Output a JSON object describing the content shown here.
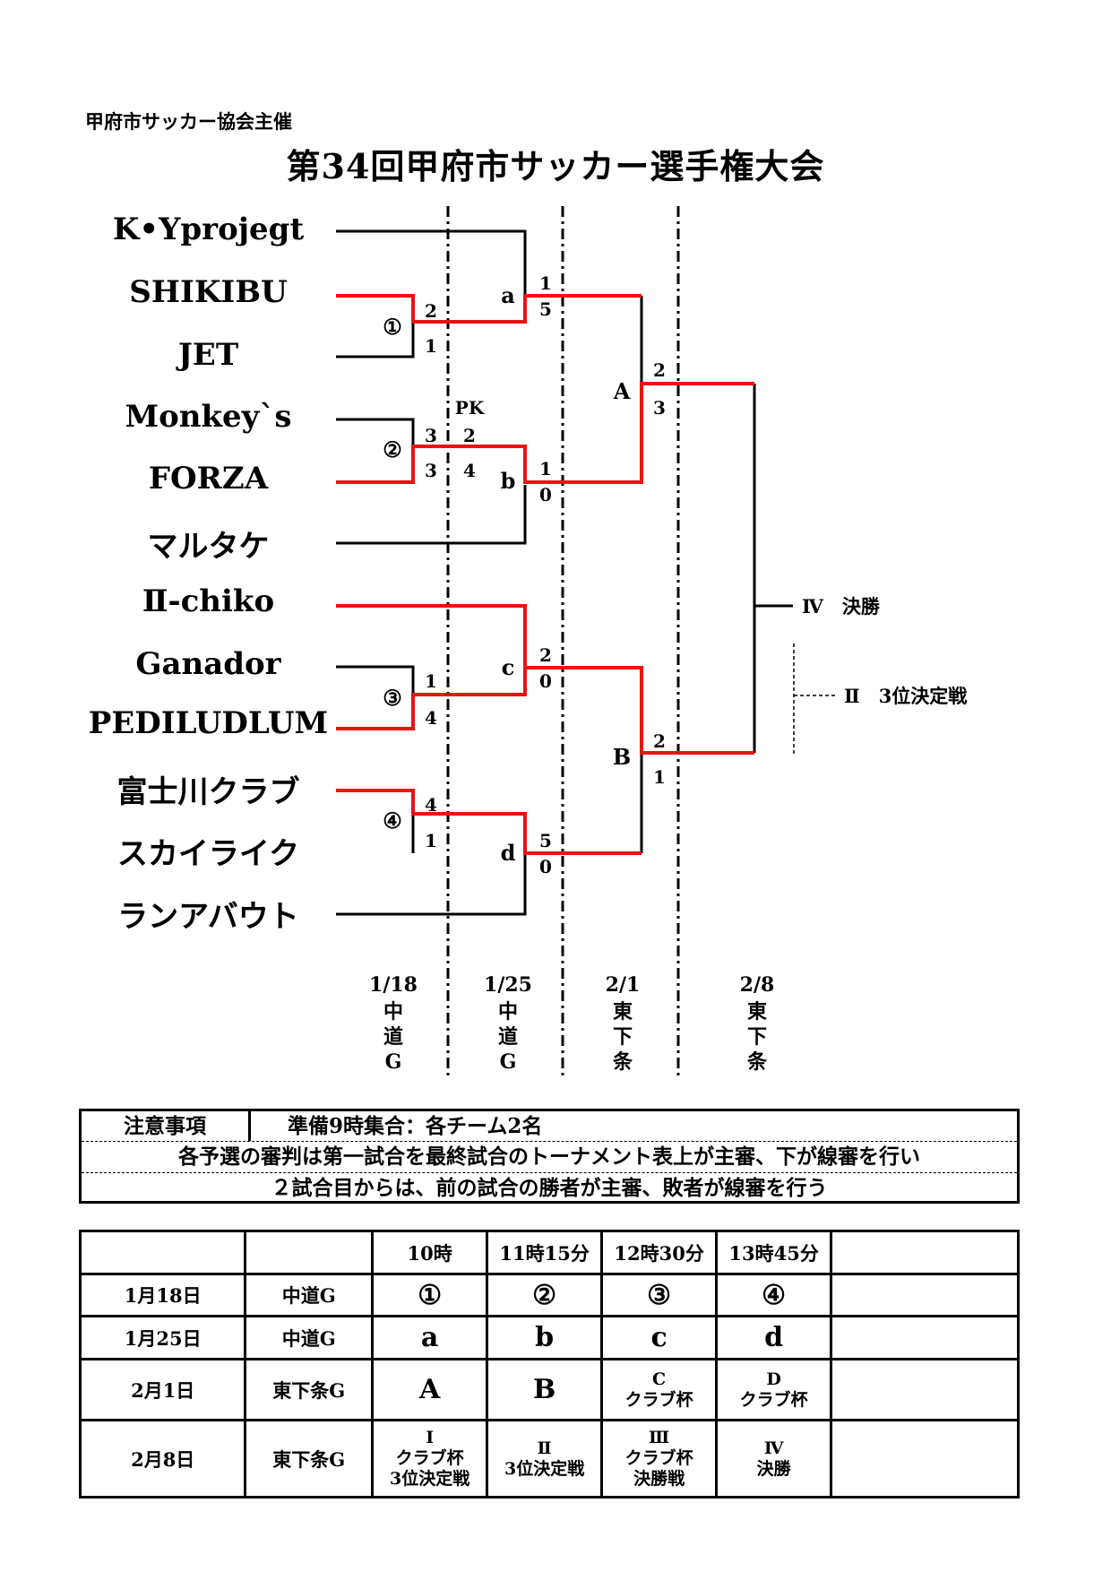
{
  "header": {
    "organizer": "甲府市サッカー協会主催",
    "title": "第34回甲府市サッカー選手権大会"
  },
  "teams": [
    "K•Yprojegt",
    "SHIKIBU",
    "JET",
    "Monkey`s",
    "FORZA",
    "マルタケ",
    "Ⅱ-chiko",
    "Ganador",
    "PEDILUDLUM",
    "富士川クラブ",
    "スカイライク",
    "ランアバウト"
  ],
  "colors": {
    "winner_line": "#ee1111",
    "line": "#000000"
  },
  "bracket": {
    "round1": [
      {
        "id": "①",
        "scores": [
          "2",
          "1"
        ]
      },
      {
        "id": "②",
        "scores": [
          "3",
          "3"
        ],
        "pk_label": "PK",
        "pk_scores": [
          "2",
          "4"
        ]
      },
      {
        "id": "③",
        "scores": [
          "1",
          "4"
        ]
      },
      {
        "id": "④",
        "scores": [
          "4",
          "1"
        ]
      }
    ],
    "round2": [
      {
        "id": "a",
        "scores": [
          "1",
          "5"
        ]
      },
      {
        "id": "b",
        "scores": [
          "1",
          "0"
        ]
      },
      {
        "id": "c",
        "scores": [
          "2",
          "0"
        ]
      },
      {
        "id": "d",
        "scores": [
          "5",
          "0"
        ]
      }
    ],
    "round3": [
      {
        "id": "A",
        "scores": [
          "2",
          "3"
        ]
      },
      {
        "id": "B",
        "scores": [
          "2",
          "1"
        ]
      }
    ],
    "final_label": "Ⅳ　決勝",
    "third_place_label": "Ⅱ　3位決定戦"
  },
  "round_dates": [
    {
      "date": "1/18",
      "venue": [
        "中",
        "道",
        "G"
      ]
    },
    {
      "date": "1/25",
      "venue": [
        "中",
        "道",
        "G"
      ]
    },
    {
      "date": "2/1",
      "venue": [
        "東",
        "下",
        "条"
      ]
    },
    {
      "date": "2/8",
      "venue": [
        "東",
        "下",
        "条"
      ]
    }
  ],
  "notes": {
    "header": "注意事項",
    "line1": "準備9時集合：各チーム2名",
    "line2": "各予選の審判は第一試合を最終試合のトーナメント表上が主審、下が線審を行い",
    "line3": "２試合目からは、前の試合の勝者が主審、敗者が線審を行う"
  },
  "schedule": {
    "times": [
      "10時",
      "11時15分",
      "12時30分",
      "13時45分"
    ],
    "rows": [
      {
        "date": "1月18日",
        "venue": "中道G",
        "cells": [
          [
            "①"
          ],
          [
            "②"
          ],
          [
            "③"
          ],
          [
            "④"
          ]
        ]
      },
      {
        "date": "1月25日",
        "venue": "中道G",
        "cells": [
          [
            "a"
          ],
          [
            "b"
          ],
          [
            "c"
          ],
          [
            "d"
          ]
        ]
      },
      {
        "date": "2月1日",
        "venue": "東下条G",
        "cells": [
          [
            "A"
          ],
          [
            "B"
          ],
          [
            "C",
            "クラブ杯"
          ],
          [
            "D",
            "クラブ杯"
          ]
        ]
      },
      {
        "date": "2月8日",
        "venue": "東下条G",
        "cells": [
          [
            "Ⅰ",
            "クラブ杯",
            "3位決定戦"
          ],
          [
            "Ⅱ",
            "3位決定戦"
          ],
          [
            "Ⅲ",
            "クラブ杯",
            "決勝戦"
          ],
          [
            "Ⅳ",
            "決勝"
          ]
        ]
      }
    ]
  }
}
